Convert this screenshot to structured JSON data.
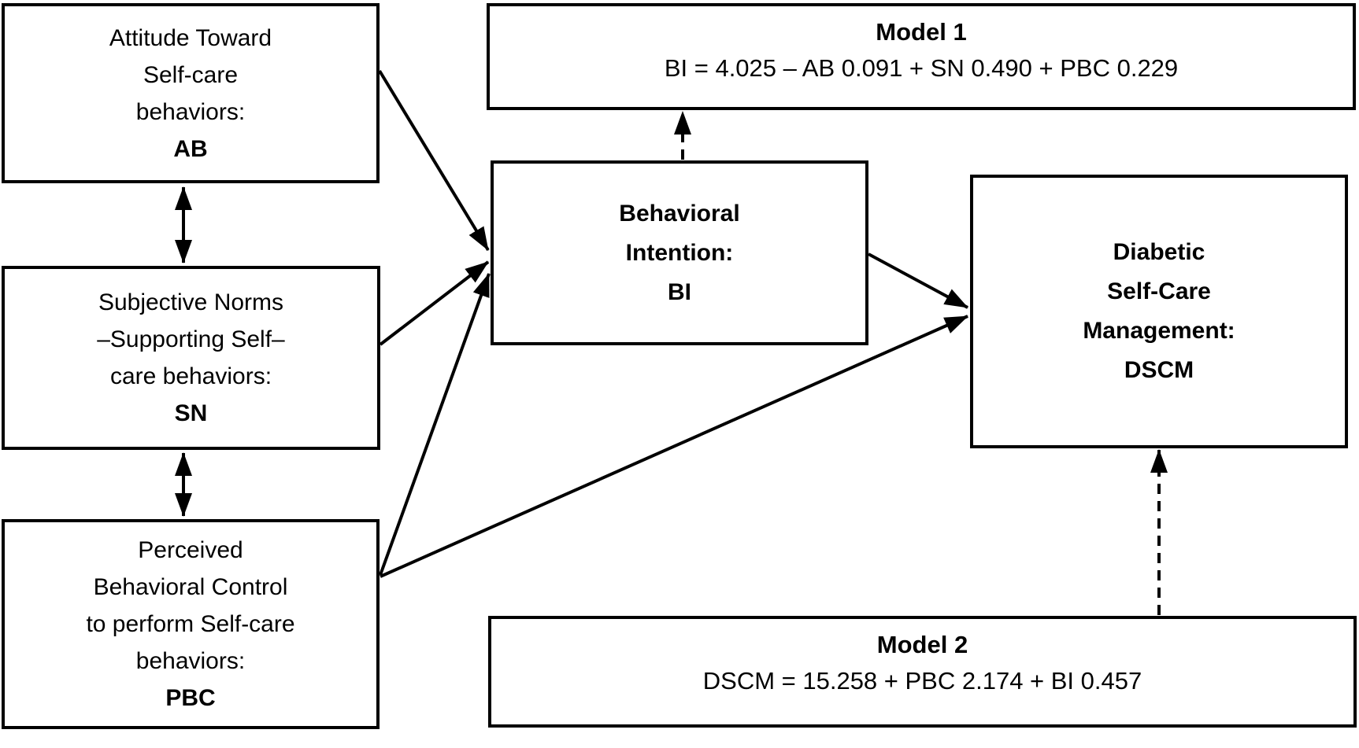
{
  "diagram": {
    "nodes": {
      "ab": {
        "lines": [
          "Attitude Toward",
          "Self-care",
          "behaviors:"
        ],
        "acronym": "AB"
      },
      "sn": {
        "lines": [
          "Subjective Norms",
          "–Supporting Self–",
          "care behaviors:"
        ],
        "acronym": "SN"
      },
      "pbc": {
        "lines": [
          "Perceived",
          "Behavioral Control",
          "to perform Self-care",
          "behaviors:"
        ],
        "acronym": "PBC"
      },
      "bi": {
        "lines": [
          "Behavioral",
          "Intention:"
        ],
        "acronym": "BI"
      },
      "dscm": {
        "lines": [
          "Diabetic",
          "Self-Care",
          "Management:"
        ],
        "acronym": "DSCM"
      }
    },
    "models": {
      "model1": {
        "title": "Model 1",
        "equation": "BI = 4.025 – AB 0.091 + SN 0.490 + PBC 0.229"
      },
      "model2": {
        "title": "Model 2",
        "equation": "DSCM = 15.258 + PBC 2.174 + BI 0.457"
      }
    },
    "edges": [
      {
        "from": "AB",
        "to": "BI",
        "style": "solid-arrow"
      },
      {
        "from": "SN",
        "to": "BI",
        "style": "solid-arrow"
      },
      {
        "from": "PBC",
        "to": "BI",
        "style": "solid-arrow"
      },
      {
        "from": "BI",
        "to": "DSCM",
        "style": "solid-arrow"
      },
      {
        "from": "PBC",
        "to": "DSCM",
        "style": "solid-arrow"
      },
      {
        "from": "AB",
        "to": "SN",
        "style": "double-headed-arrow"
      },
      {
        "from": "SN",
        "to": "PBC",
        "style": "double-headed-arrow"
      },
      {
        "from": "BI",
        "to": "Model 1",
        "style": "dashed-arrow"
      },
      {
        "from": "Model 2",
        "to": "DSCM",
        "style": "dashed-arrow"
      }
    ],
    "colors": {
      "line": "#000000",
      "text": "#000000",
      "background": "#ffffff"
    }
  }
}
